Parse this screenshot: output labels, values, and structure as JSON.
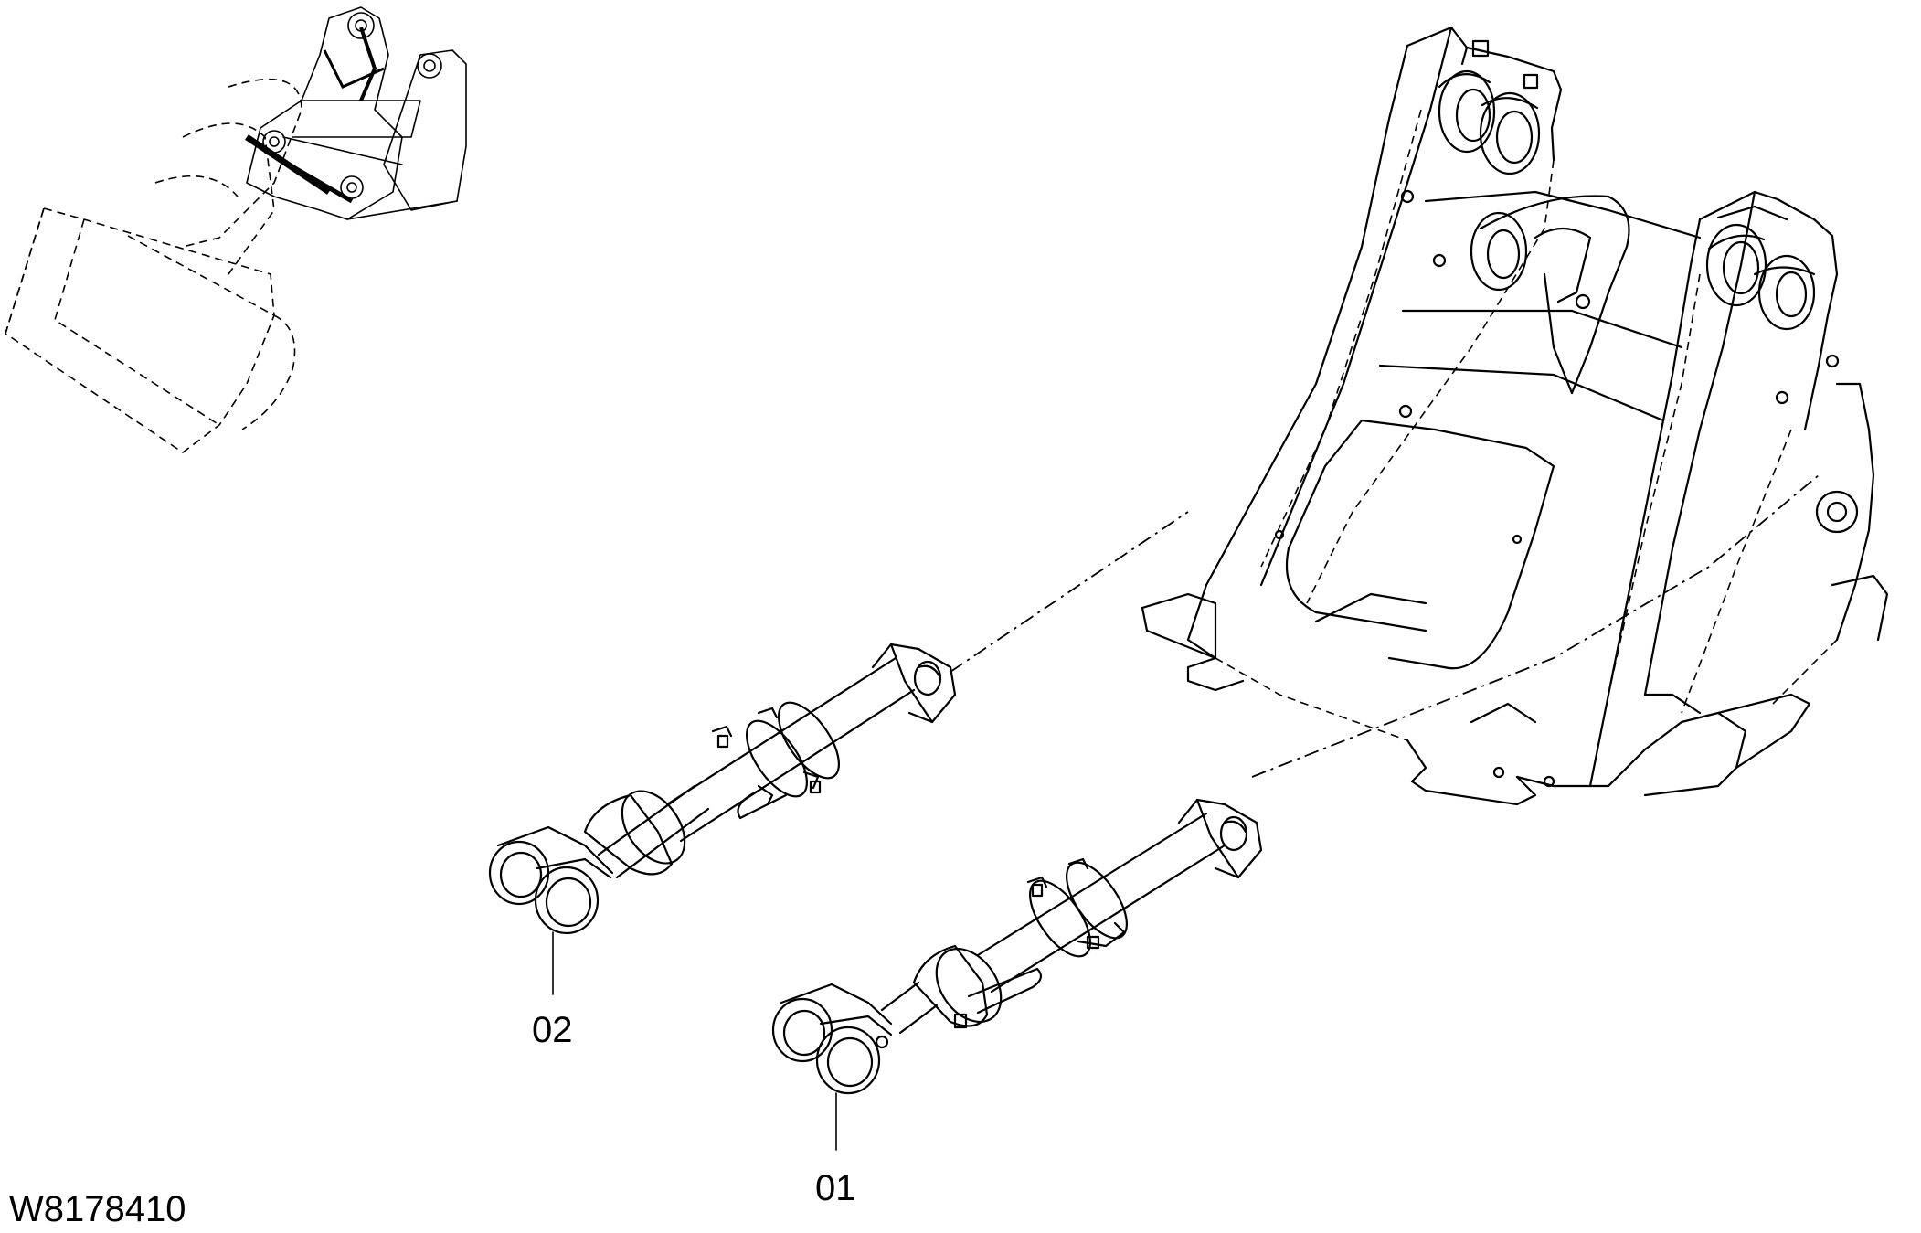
{
  "drawing_code": "W8178410",
  "callouts": [
    {
      "id": "01",
      "label": "01"
    },
    {
      "id": "02",
      "label": "02"
    }
  ],
  "colors": {
    "line": "#000000",
    "background": "#ffffff"
  }
}
